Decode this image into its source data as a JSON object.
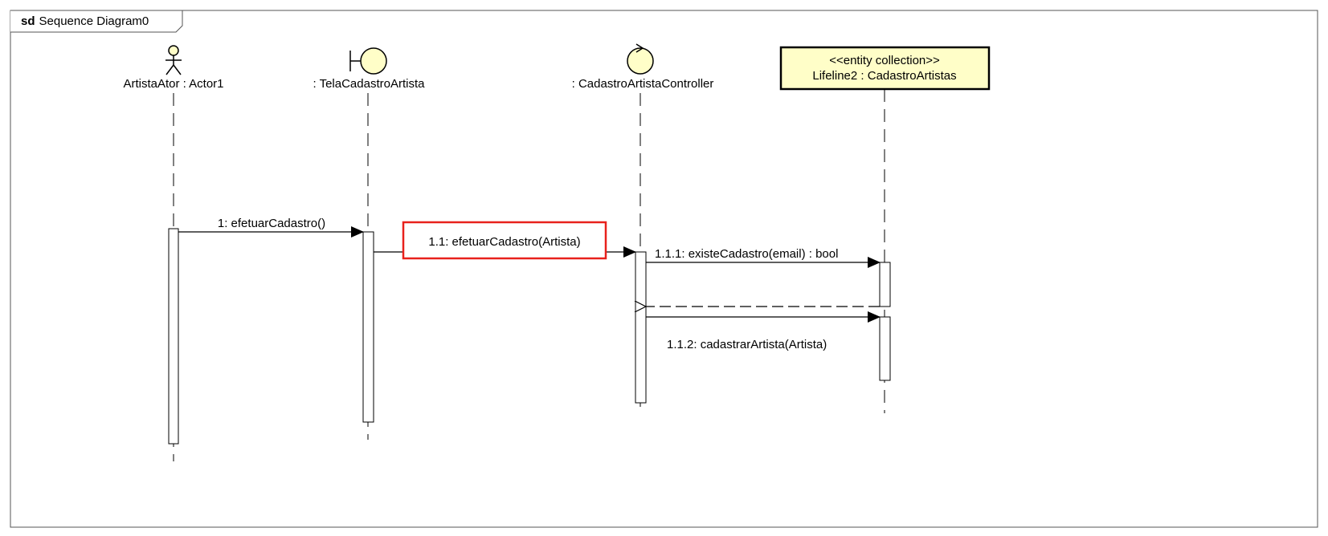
{
  "frame": {
    "keyword": "sd",
    "name": "Sequence Diagram0"
  },
  "lifelines": [
    {
      "id": "actor",
      "kind": "actor",
      "label": "ArtistaAtor : Actor1"
    },
    {
      "id": "boundary",
      "kind": "boundary",
      "label": ": TelaCadastroArtista"
    },
    {
      "id": "control",
      "kind": "control",
      "label": ": CadastroArtistaController"
    },
    {
      "id": "entity",
      "kind": "entity",
      "stereotype": "<<entity collection>>",
      "label": "Lifeline2 : CadastroArtistas"
    }
  ],
  "messages": [
    {
      "id": "m1",
      "label": "1: efetuarCadastro()",
      "from": "actor",
      "to": "boundary",
      "type": "sync",
      "highlighted": false
    },
    {
      "id": "m11",
      "label": "1.1: efetuarCadastro(Artista)",
      "from": "boundary",
      "to": "control",
      "type": "sync",
      "highlighted": true
    },
    {
      "id": "m111",
      "label": "1.1.1: existeCadastro(email) : bool",
      "from": "control",
      "to": "entity",
      "type": "sync",
      "highlighted": false
    },
    {
      "id": "r111",
      "label": "",
      "from": "entity",
      "to": "control",
      "type": "return",
      "highlighted": false
    },
    {
      "id": "m112",
      "label": "1.1.2: cadastrarArtista(Artista)",
      "from": "control",
      "to": "entity",
      "type": "sync",
      "highlighted": false
    }
  ],
  "colors": {
    "line": "#000000",
    "element_fill": "#fffec8",
    "highlight": "#e8211c",
    "background": "#ffffff"
  }
}
